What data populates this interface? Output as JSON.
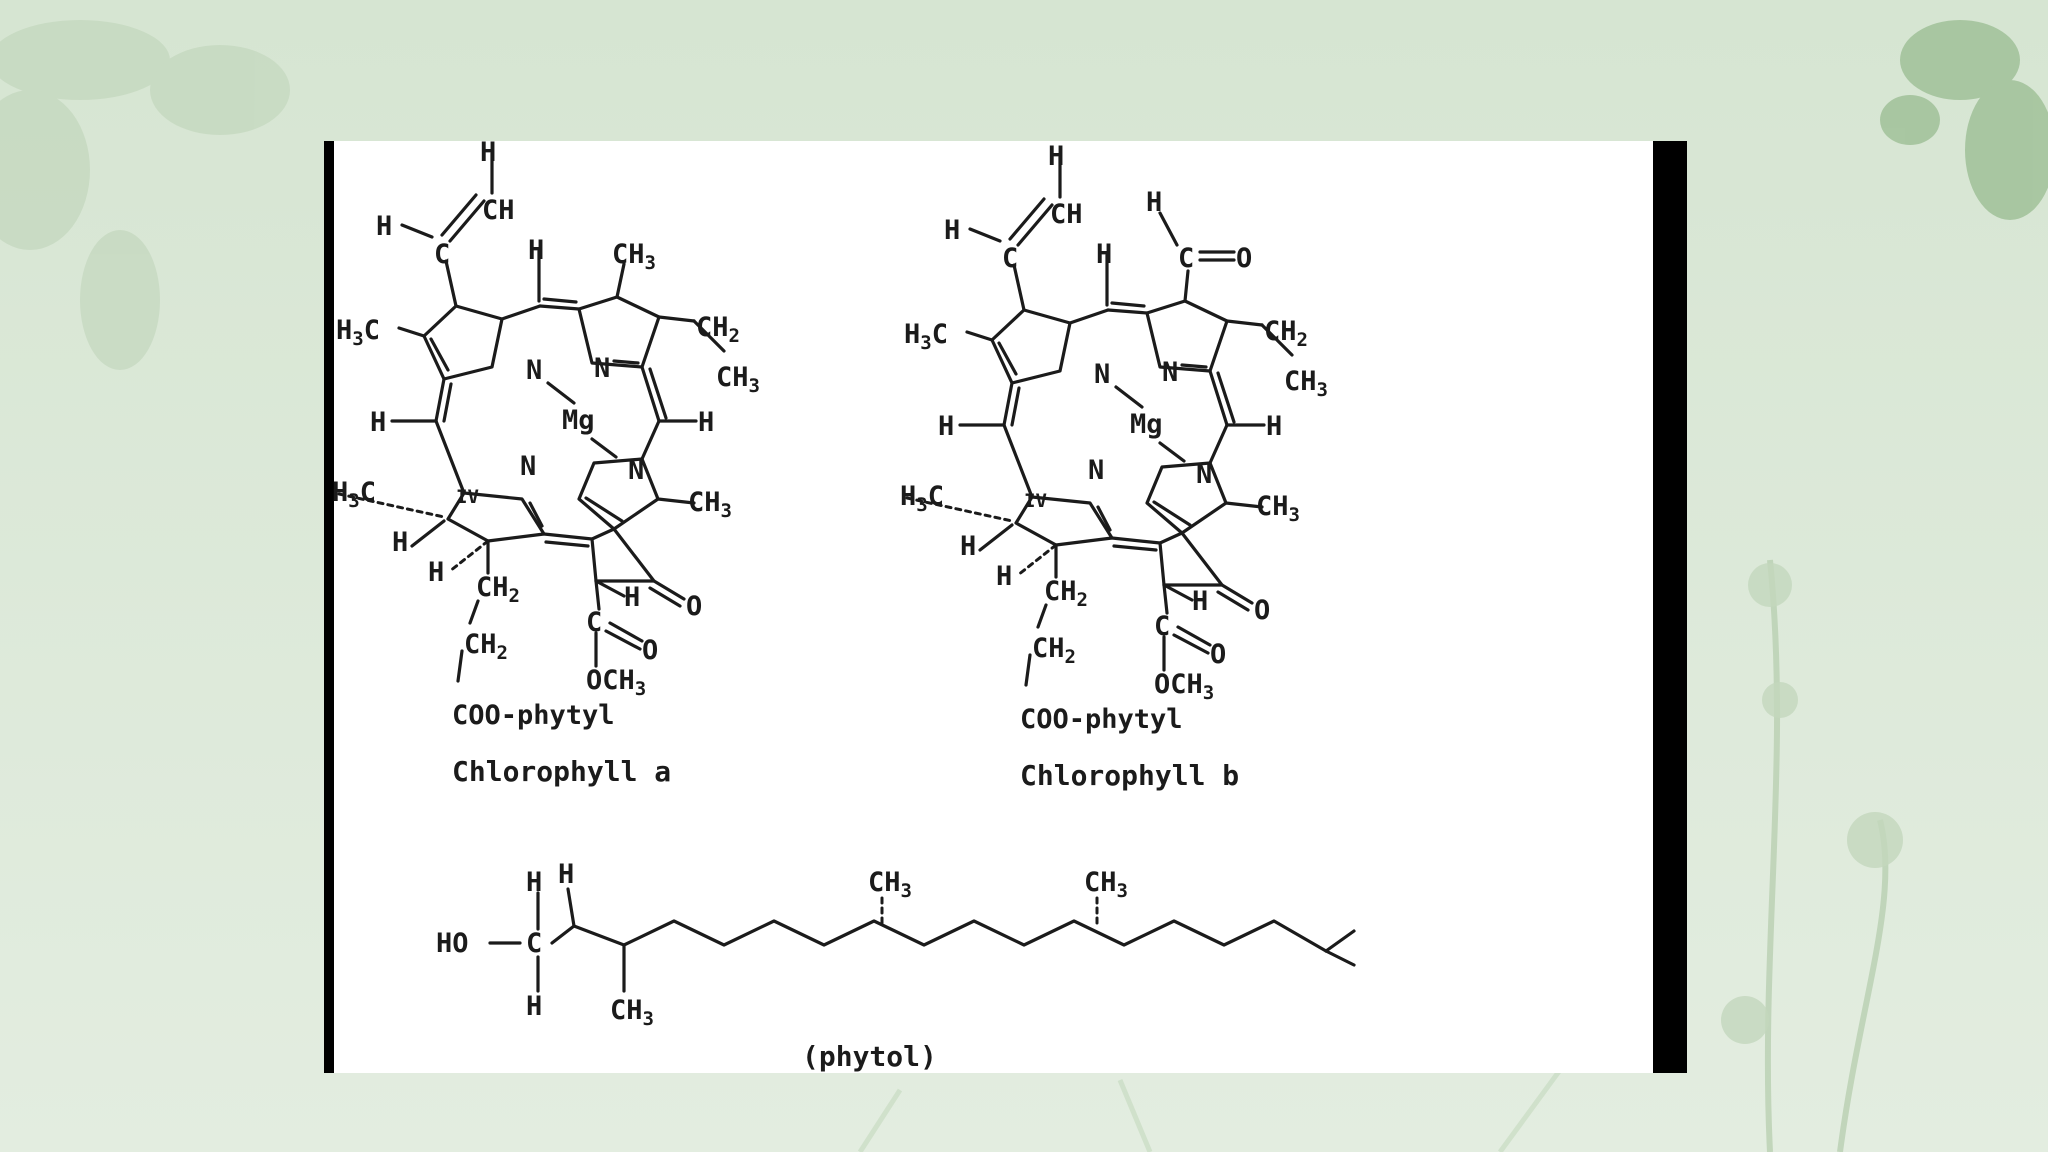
{
  "chlorophyll_a": {
    "name": "Chlorophyll a",
    "vinyl_h_top": "H",
    "vinyl_ch": "CH",
    "vinyl_h_left": "H",
    "vinyl_c": "C",
    "meso_h_top": "H",
    "ch3_top": "CH3",
    "h3c_left": "H3C",
    "ch2_ethyl": "CH2",
    "ch3_ethyl": "CH3",
    "n1": "N",
    "n2": "N",
    "n3": "N",
    "n4": "N",
    "mg": "Mg",
    "h_meso_left": "H",
    "h_meso_right": "H",
    "h3c_ring4": "H3C",
    "ring4_label": "IV",
    "h_ring4_a": "H",
    "h_ring4_b": "H",
    "ch3_right": "CH3",
    "ch2_chain1": "CH2",
    "ch2_chain2": "CH2",
    "h_ring5": "H",
    "keto_o": "O",
    "ester_c": "C",
    "ester_o": "O",
    "och3": "OCH3",
    "coo_phytyl": "COO-phytyl"
  },
  "chlorophyll_b": {
    "name": "Chlorophyll b",
    "vinyl_h_top": "H",
    "vinyl_ch": "CH",
    "vinyl_h_left": "H",
    "vinyl_c": "C",
    "meso_h_top": "H",
    "cho_h": "H",
    "cho_c": "C",
    "cho_o": "O",
    "h3c_left": "H3C",
    "ch2_ethyl": "CH2",
    "ch3_ethyl": "CH3",
    "n1": "N",
    "n2": "N",
    "n3": "N",
    "n4": "N",
    "mg": "Mg",
    "h_meso_left": "H",
    "h_meso_right": "H",
    "h3c_ring4": "H3C",
    "ring4_label": "IV",
    "h_ring4_a": "H",
    "h_ring4_b": "H",
    "ch3_right": "CH3",
    "ch2_chain1": "CH2",
    "ch2_chain2": "CH2",
    "h_ring5": "H",
    "keto_o": "O",
    "ester_c": "C",
    "ester_o": "O",
    "och3": "OCH3",
    "coo_phytyl": "COO-phytyl"
  },
  "phytol": {
    "name": "(phytol)",
    "ho": "HO",
    "c1": "C",
    "h_top1": "H",
    "h_top2": "H",
    "h_bottom": "H",
    "ch3_a": "CH3",
    "ch3_b": "CH3",
    "ch3_c": "CH3"
  },
  "colors": {
    "background": "#dfeadb",
    "panel": "#ffffff",
    "ink": "#1b1b1b",
    "edge": "#000000"
  }
}
